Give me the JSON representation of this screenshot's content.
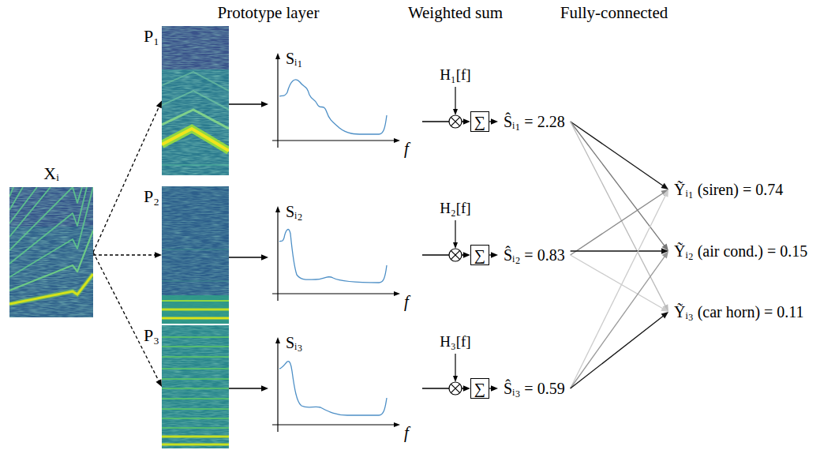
{
  "diagram": {
    "nodes": [
      {
        "text": [
          "Xᵢ"
        ]
      },
      {
        "text": [
          "P₁"
        ]
      },
      {
        "text": [
          "P₂"
        ]
      },
      {
        "text": [
          "P₃"
        ]
      },
      {
        "text": [
          "Sᵢ₁",
          "f"
        ]
      },
      {
        "text": [
          "Sᵢ₂",
          "f"
        ]
      },
      {
        "text": [
          "Sᵢ₃",
          "f"
        ]
      },
      {
        "text": [
          "∑"
        ]
      },
      {
        "text": [
          "∑"
        ]
      },
      {
        "text": [
          "∑"
        ]
      },
      {
        "text": [
          "Ŝᵢ₁ = 2.28"
        ]
      },
      {
        "text": [
          "Ŝᵢ₂ = 0.83"
        ]
      },
      {
        "text": [
          "Ŝᵢ₃ = 0.59"
        ]
      },
      {
        "text": [
          "Ỹᵢ₁ (siren) = 0.74"
        ]
      },
      {
        "text": [
          "Ỹᵢ₂ (air cond.) = 0.15"
        ]
      },
      {
        "text": [
          "Ỹᵢ₃ (car horn) = 0.11"
        ]
      }
    ],
    "edges": [
      {
        "from": 0,
        "to": 1,
        "arrow": "to"
      },
      {
        "from": 0,
        "to": 2,
        "arrow": "to"
      },
      {
        "from": 0,
        "to": 3,
        "arrow": "to"
      },
      {
        "from": 1,
        "to": 4,
        "arrow": "to"
      },
      {
        "from": 2,
        "to": 5,
        "arrow": "to"
      },
      {
        "from": 3,
        "to": 6,
        "arrow": "to"
      },
      {
        "from": 4,
        "to": 7,
        "arrow": "to"
      },
      {
        "from": 5,
        "to": 8,
        "arrow": "to"
      },
      {
        "from": 6,
        "to": 9,
        "arrow": "to"
      },
      {
        "from": 7,
        "to": 10,
        "arrow": "to"
      },
      {
        "from": 8,
        "to": 11,
        "arrow": "to"
      },
      {
        "from": 9,
        "to": 12,
        "arrow": "to"
      },
      {
        "from": 10,
        "to": 13,
        "arrow": "to"
      },
      {
        "from": 10,
        "to": 14,
        "arrow": "to"
      },
      {
        "from": 10,
        "to": 15,
        "arrow": "to"
      },
      {
        "from": 11,
        "to": 13,
        "arrow": "to"
      },
      {
        "from": 11,
        "to": 14,
        "arrow": "to"
      },
      {
        "from": 11,
        "to": 15,
        "arrow": "to"
      },
      {
        "from": 12,
        "to": 13,
        "arrow": "to"
      },
      {
        "from": 12,
        "to": 14,
        "arrow": "to"
      },
      {
        "from": 12,
        "to": 15,
        "arrow": "to"
      }
    ],
    "labels": [
      "Prototype layer",
      "Weighted sum",
      "Fully-connected",
      "H₁[f]",
      "H₂[f]",
      "H₃[f]"
    ]
  }
}
